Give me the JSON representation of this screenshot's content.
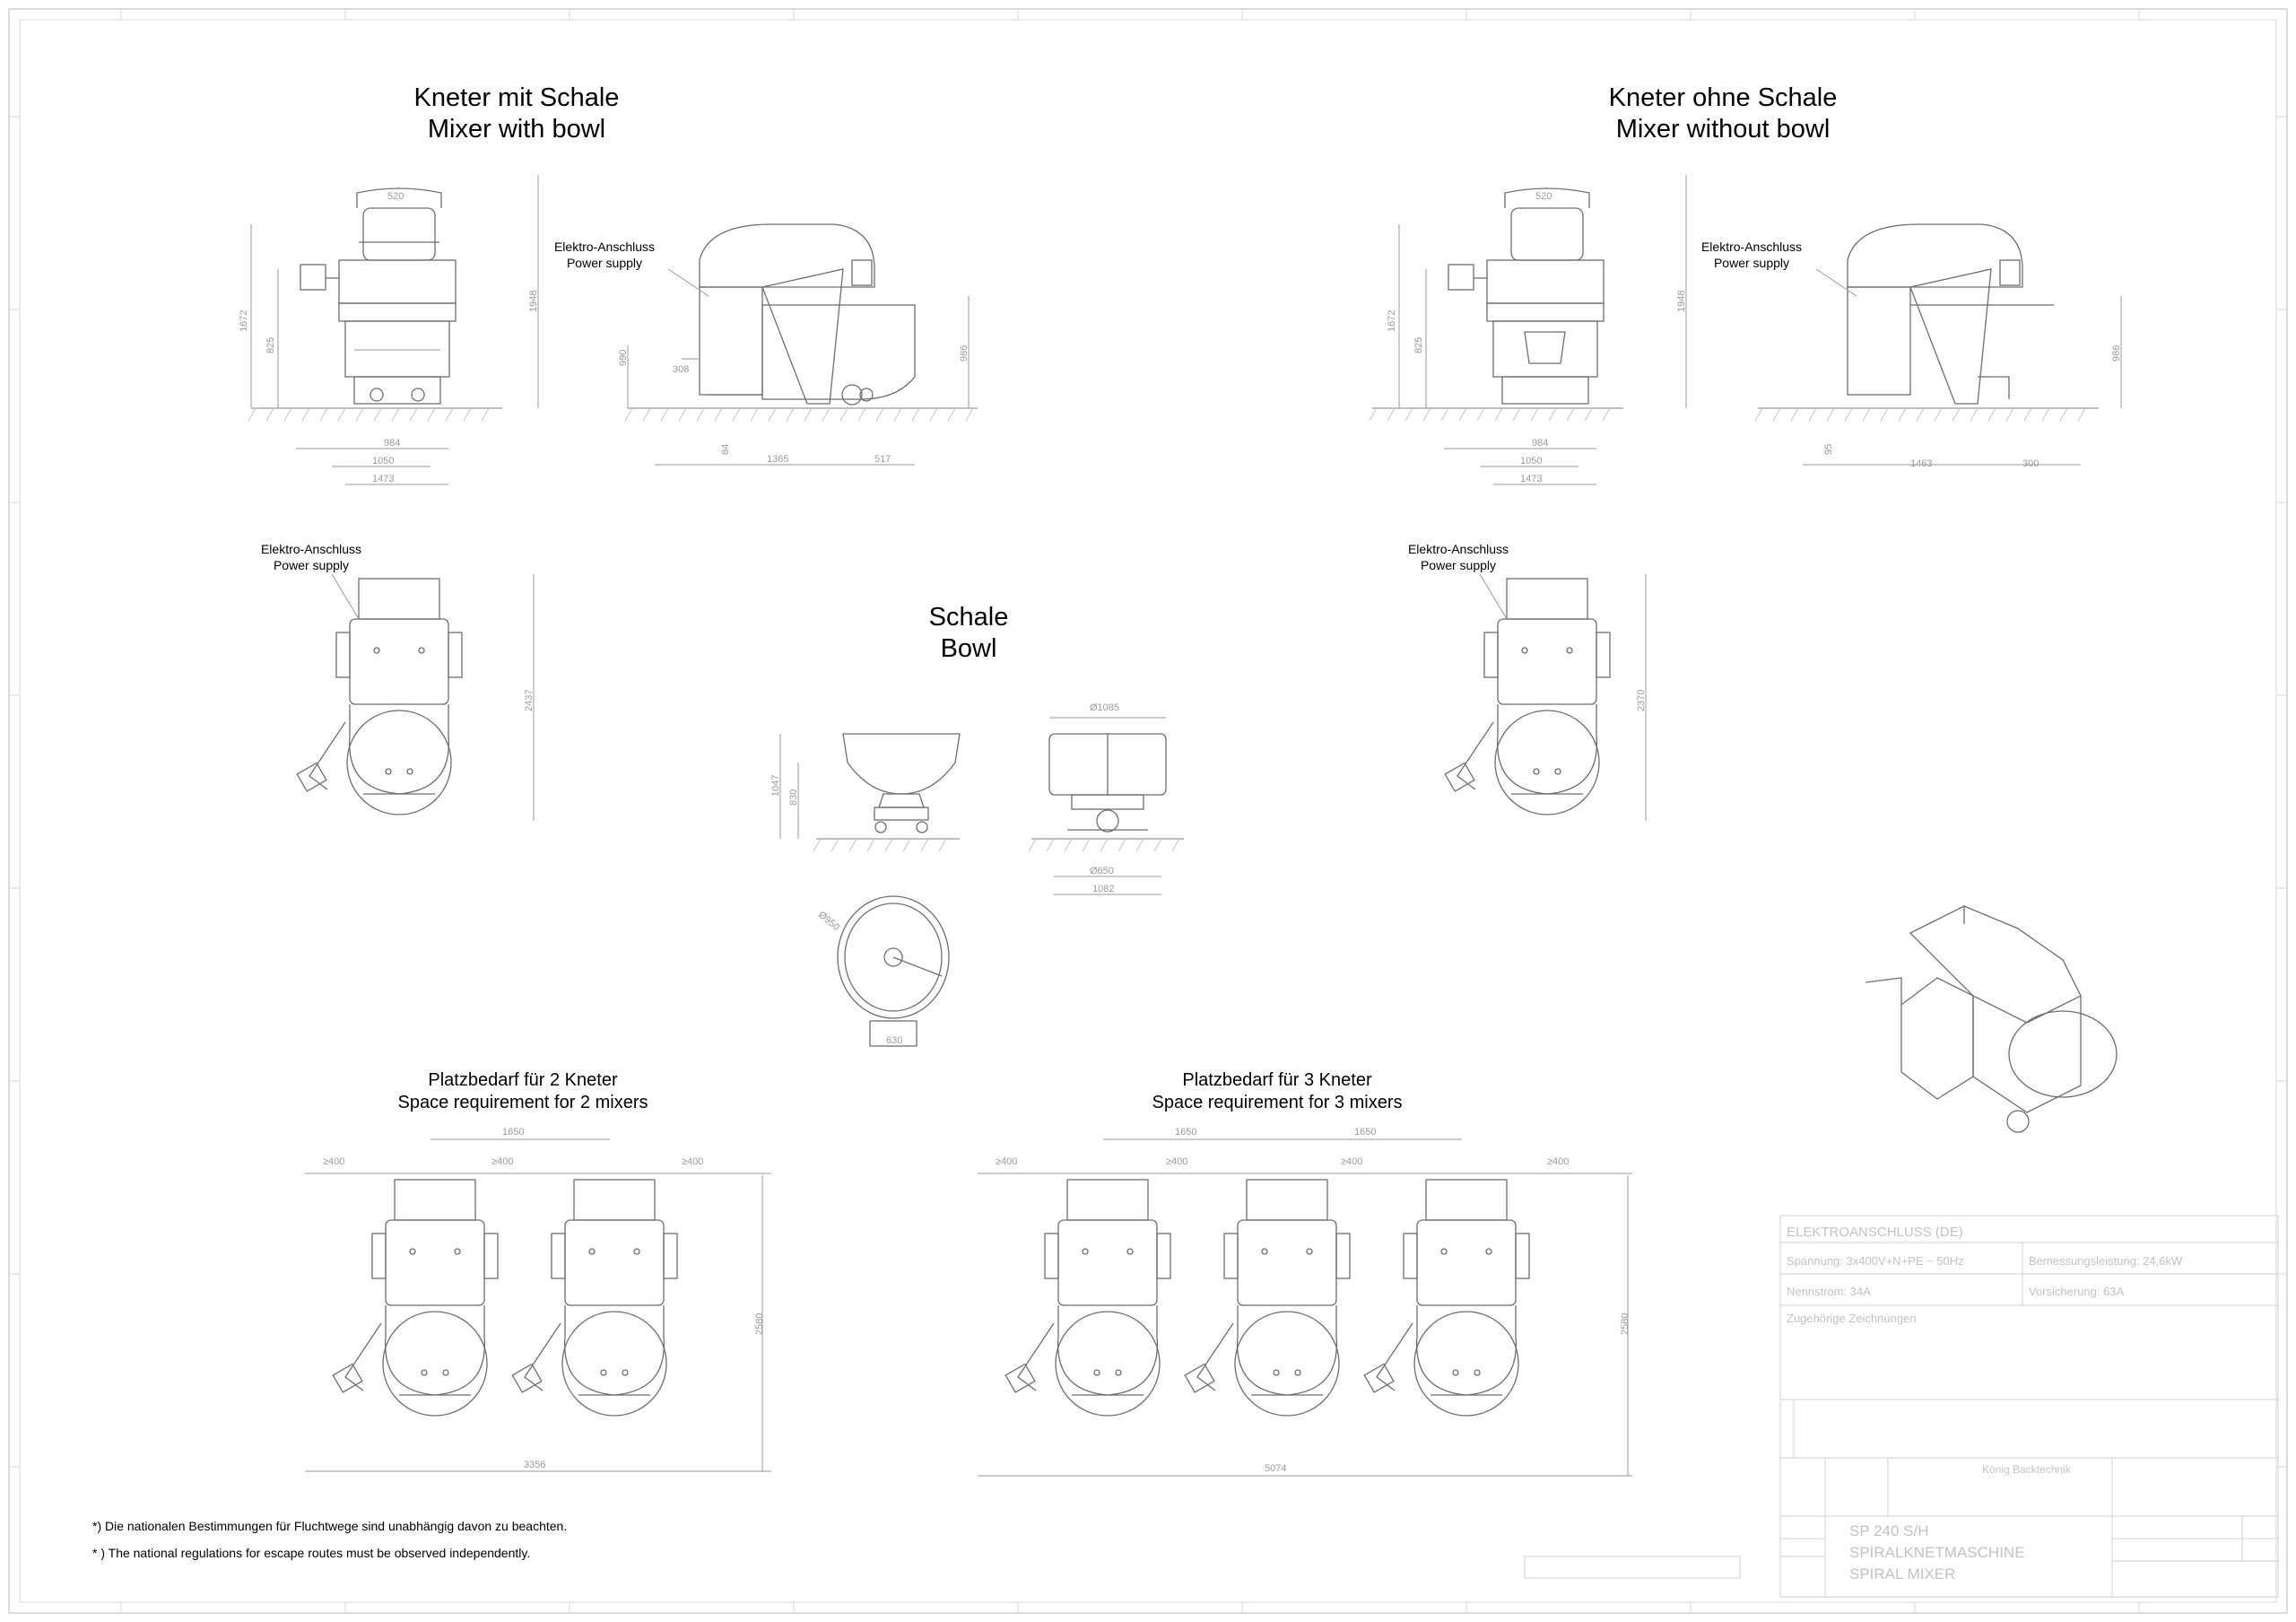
{
  "sections": {
    "mixer_with_bowl": {
      "title_de": "Kneter mit Schale",
      "title_en": "Mixer with bowl"
    },
    "mixer_without_bowl": {
      "title_de": "Kneter ohne Schale",
      "title_en": "Mixer without bowl"
    },
    "bowl": {
      "title_de": "Schale",
      "title_en": "Bowl"
    },
    "space_two": {
      "title_de": "Platzbedarf für 2 Kneter",
      "title_en": "Space requirement for 2 mixers"
    },
    "space_three": {
      "title_de": "Platzbedarf für 3 Kneter",
      "title_en": "Space requirement for 3 mixers"
    }
  },
  "callouts": {
    "power_de": "Elektro-Anschluss",
    "power_en": "Power supply"
  },
  "notes": {
    "de": "*)  Die nationalen Bestimmungen für Fluchtwege sind unabhängig davon zu beachten.",
    "en": "* ) The national regulations for escape routes must be observed independently."
  },
  "title_block": {
    "header": "ELEKTROANSCHLUSS (DE)",
    "voltage": "Spannung: 3x400V+N+PE ~ 50Hz",
    "power": "Bemessungsleistung: 24,6kW",
    "current": "Nennstrom: 34A",
    "fuse": "Vorsicherung: 63A",
    "drawings": "Zugehörige Zeichnungen",
    "company": "König Backtechnik",
    "product_code": "SP 240 S/H",
    "product_de": "SPIRALKNETMASCHINE",
    "product_en": "SPIRAL MIXER"
  },
  "dimensions": {
    "front_width": "1473",
    "front_inner": "1050",
    "front_base": "984",
    "front_top": "520",
    "front_height": "1672",
    "front_mid": "825",
    "side_height": "1948",
    "side_body": "990",
    "side_low": "308",
    "side_floor": "84",
    "side_length": "1365",
    "side_bowl": "517",
    "side_pit": "95",
    "side_right": "986",
    "side_length_nb": "1463",
    "side_right_nb": "300",
    "top_depth": "2437",
    "top_depth_nb": "2370",
    "bowl_dia": "Ø1085",
    "bowl_h1": "1047",
    "bowl_h2": "830",
    "bowl_base": "Ø650",
    "bowl_base_w": "1082",
    "bowl_top_dia": "Ø950",
    "bowl_top_base": "630",
    "space_gap": "≥400",
    "space_pitch": "1650",
    "space_total_2": "3356",
    "space_total_3": "5074",
    "space_depth": "2580"
  },
  "colors": {
    "line": "#8a8a8a",
    "frame": "#d0d0d0",
    "text": "#000000"
  }
}
